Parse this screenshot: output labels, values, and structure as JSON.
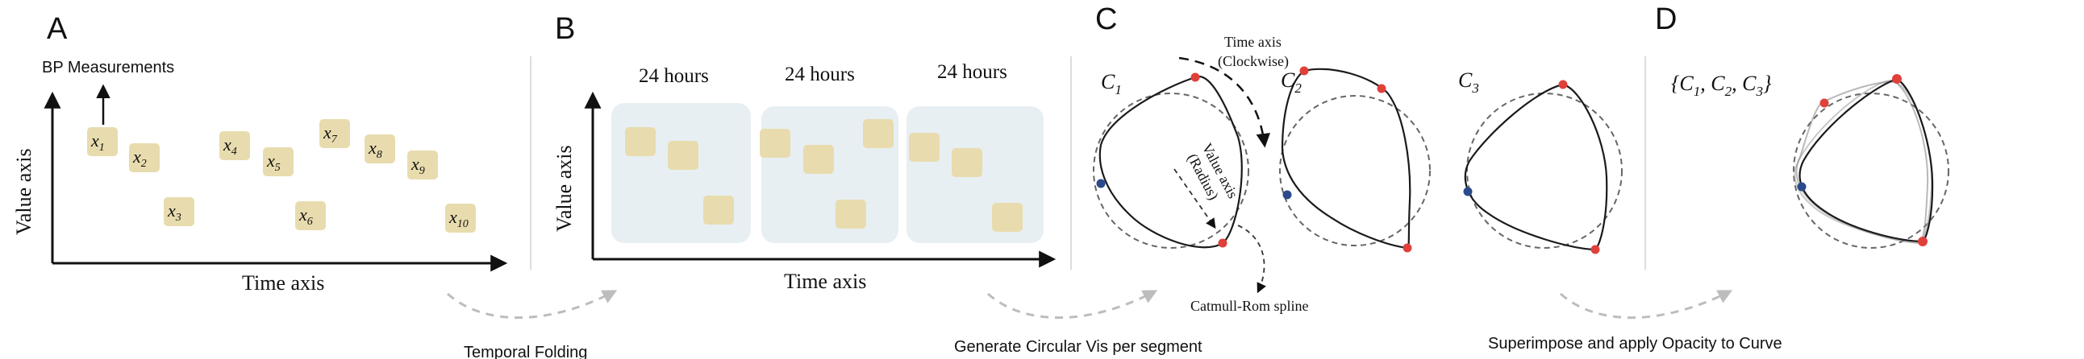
{
  "panels": [
    {
      "letter": "A",
      "title": "BP Measurements",
      "y_axis": "Value axis",
      "x_axis": "Time axis",
      "points": [
        {
          "base": "x",
          "sub": "1"
        },
        {
          "base": "x",
          "sub": "2"
        },
        {
          "base": "x",
          "sub": "3"
        },
        {
          "base": "x",
          "sub": "4"
        },
        {
          "base": "x",
          "sub": "5"
        },
        {
          "base": "x",
          "sub": "6"
        },
        {
          "base": "x",
          "sub": "7"
        },
        {
          "base": "x",
          "sub": "8"
        },
        {
          "base": "x",
          "sub": "9"
        },
        {
          "base": "x",
          "sub": "10"
        }
      ]
    },
    {
      "letter": "B",
      "y_axis": "Value axis",
      "x_axis": "Time axis",
      "segments": [
        "24 hours",
        "24 hours",
        "24 hours"
      ]
    },
    {
      "letter": "C",
      "curves": [
        {
          "base": "C",
          "sub": "1"
        },
        {
          "base": "C",
          "sub": "2"
        },
        {
          "base": "C",
          "sub": "3"
        }
      ],
      "time_axis_line1": "Time axis",
      "time_axis_line2": "(Clockwise)",
      "value_axis_line1": "Value axis",
      "value_axis_line2": "(Radius)",
      "spline_label": "Catmull-Rom spline"
    },
    {
      "letter": "D",
      "set_label": "{C1, C2, C3}",
      "set_parts": {
        "open": "{",
        "c1": "C",
        "s1": "1",
        "c2": "C",
        "s2": "2",
        "c3": "C",
        "s3": "3",
        "close": "}"
      }
    }
  ],
  "transitions": [
    "Temporal Folding",
    "Generate Circular Vis per segment",
    "Superimpose and apply Opacity to Curve"
  ],
  "colors": {
    "box_fill": "#e8dcae",
    "segment_bg": "#e8eff3",
    "red_point": "#e0403a",
    "blue_point": "#2a4a8c",
    "curve": "#1a1a1a",
    "arrow_gray": "#bdbdbd"
  }
}
